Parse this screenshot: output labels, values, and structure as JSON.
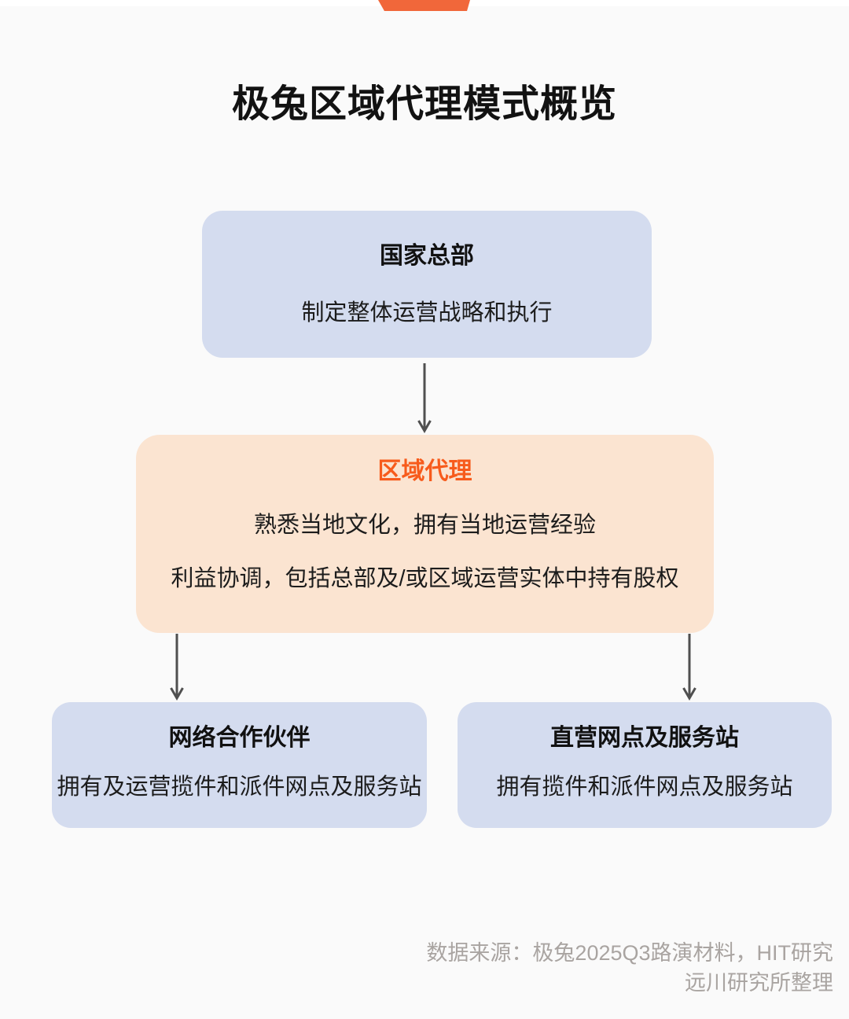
{
  "page": {
    "title": "极兔区域代理模式概览"
  },
  "diagram": {
    "top_box": {
      "title": "国家总部",
      "desc": "制定整体运营战略和执行"
    },
    "middle_box": {
      "title": "区域代理",
      "line1": "熟悉当地文化，拥有当地运营经验",
      "line2": "利益协调，包括总部及/或区域运营实体中持有股权"
    },
    "left_box": {
      "title": "网络合作伙伴",
      "desc": "拥有及运营揽件和派件网点及服务站"
    },
    "right_box": {
      "title": "直营网点及服务站",
      "desc": "拥有揽件和派件网点及服务站"
    }
  },
  "footer": {
    "line1": "数据来源：极兔2025Q3路演材料，HIT研究",
    "line2": "远川研究所整理"
  },
  "colors": {
    "background": "#fafafa",
    "box_blue": "#d4dcef",
    "box_peach": "#fbe4d1",
    "accent_orange_text": "#f75b1c",
    "ribbon_orange": "#f1673a",
    "arrow_gray": "#4f4f4f",
    "footer_gray": "#a9a4a1"
  },
  "icons": {
    "ribbon": "orange-ribbon-tab",
    "arrows": "arrow-down"
  }
}
